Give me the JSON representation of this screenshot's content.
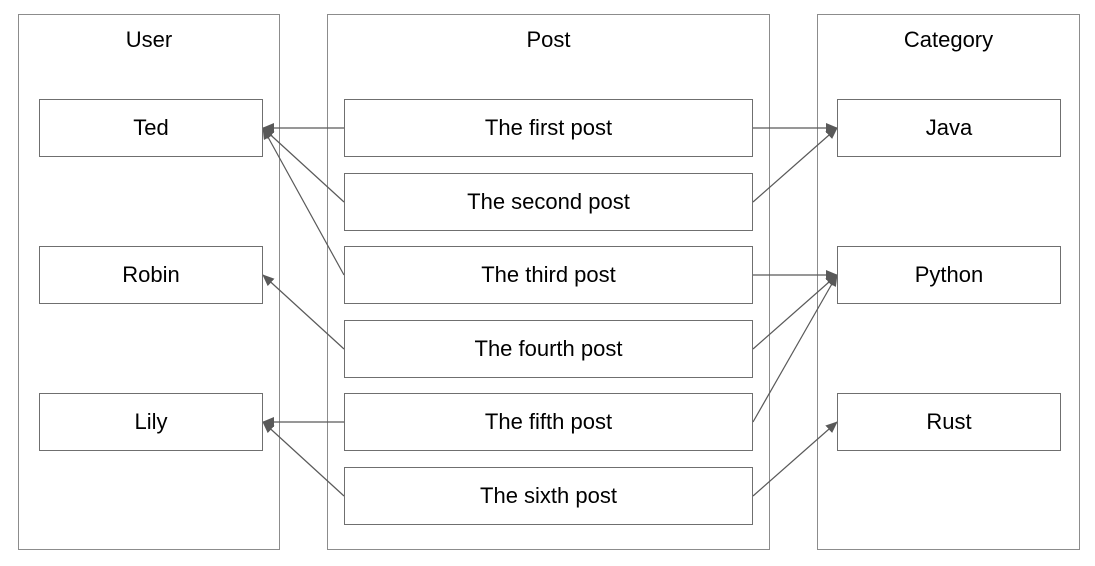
{
  "columns": {
    "user": {
      "title": "User"
    },
    "post": {
      "title": "Post"
    },
    "category": {
      "title": "Category"
    }
  },
  "users": [
    "Ted",
    "Robin",
    "Lily"
  ],
  "posts": [
    "The first post",
    "The second post",
    "The third post",
    "The fourth post",
    "The fifth post",
    "The sixth post"
  ],
  "categories": [
    "Java",
    "Python",
    "Rust"
  ],
  "relations": [
    {
      "post": "The first post",
      "user": "Ted",
      "category": "Java"
    },
    {
      "post": "The second post",
      "user": "Ted",
      "category": "Java"
    },
    {
      "post": "The third post",
      "user": "Ted",
      "category": "Python"
    },
    {
      "post": "The fourth post",
      "user": "Robin",
      "category": "Python"
    },
    {
      "post": "The fifth post",
      "user": "Lily",
      "category": "Python"
    },
    {
      "post": "The sixth post",
      "user": "Lily",
      "category": "Rust"
    }
  ],
  "colors": {
    "line": "#595959",
    "border": "#6f6f6f",
    "background": "#ffffff",
    "text": "#000000"
  }
}
